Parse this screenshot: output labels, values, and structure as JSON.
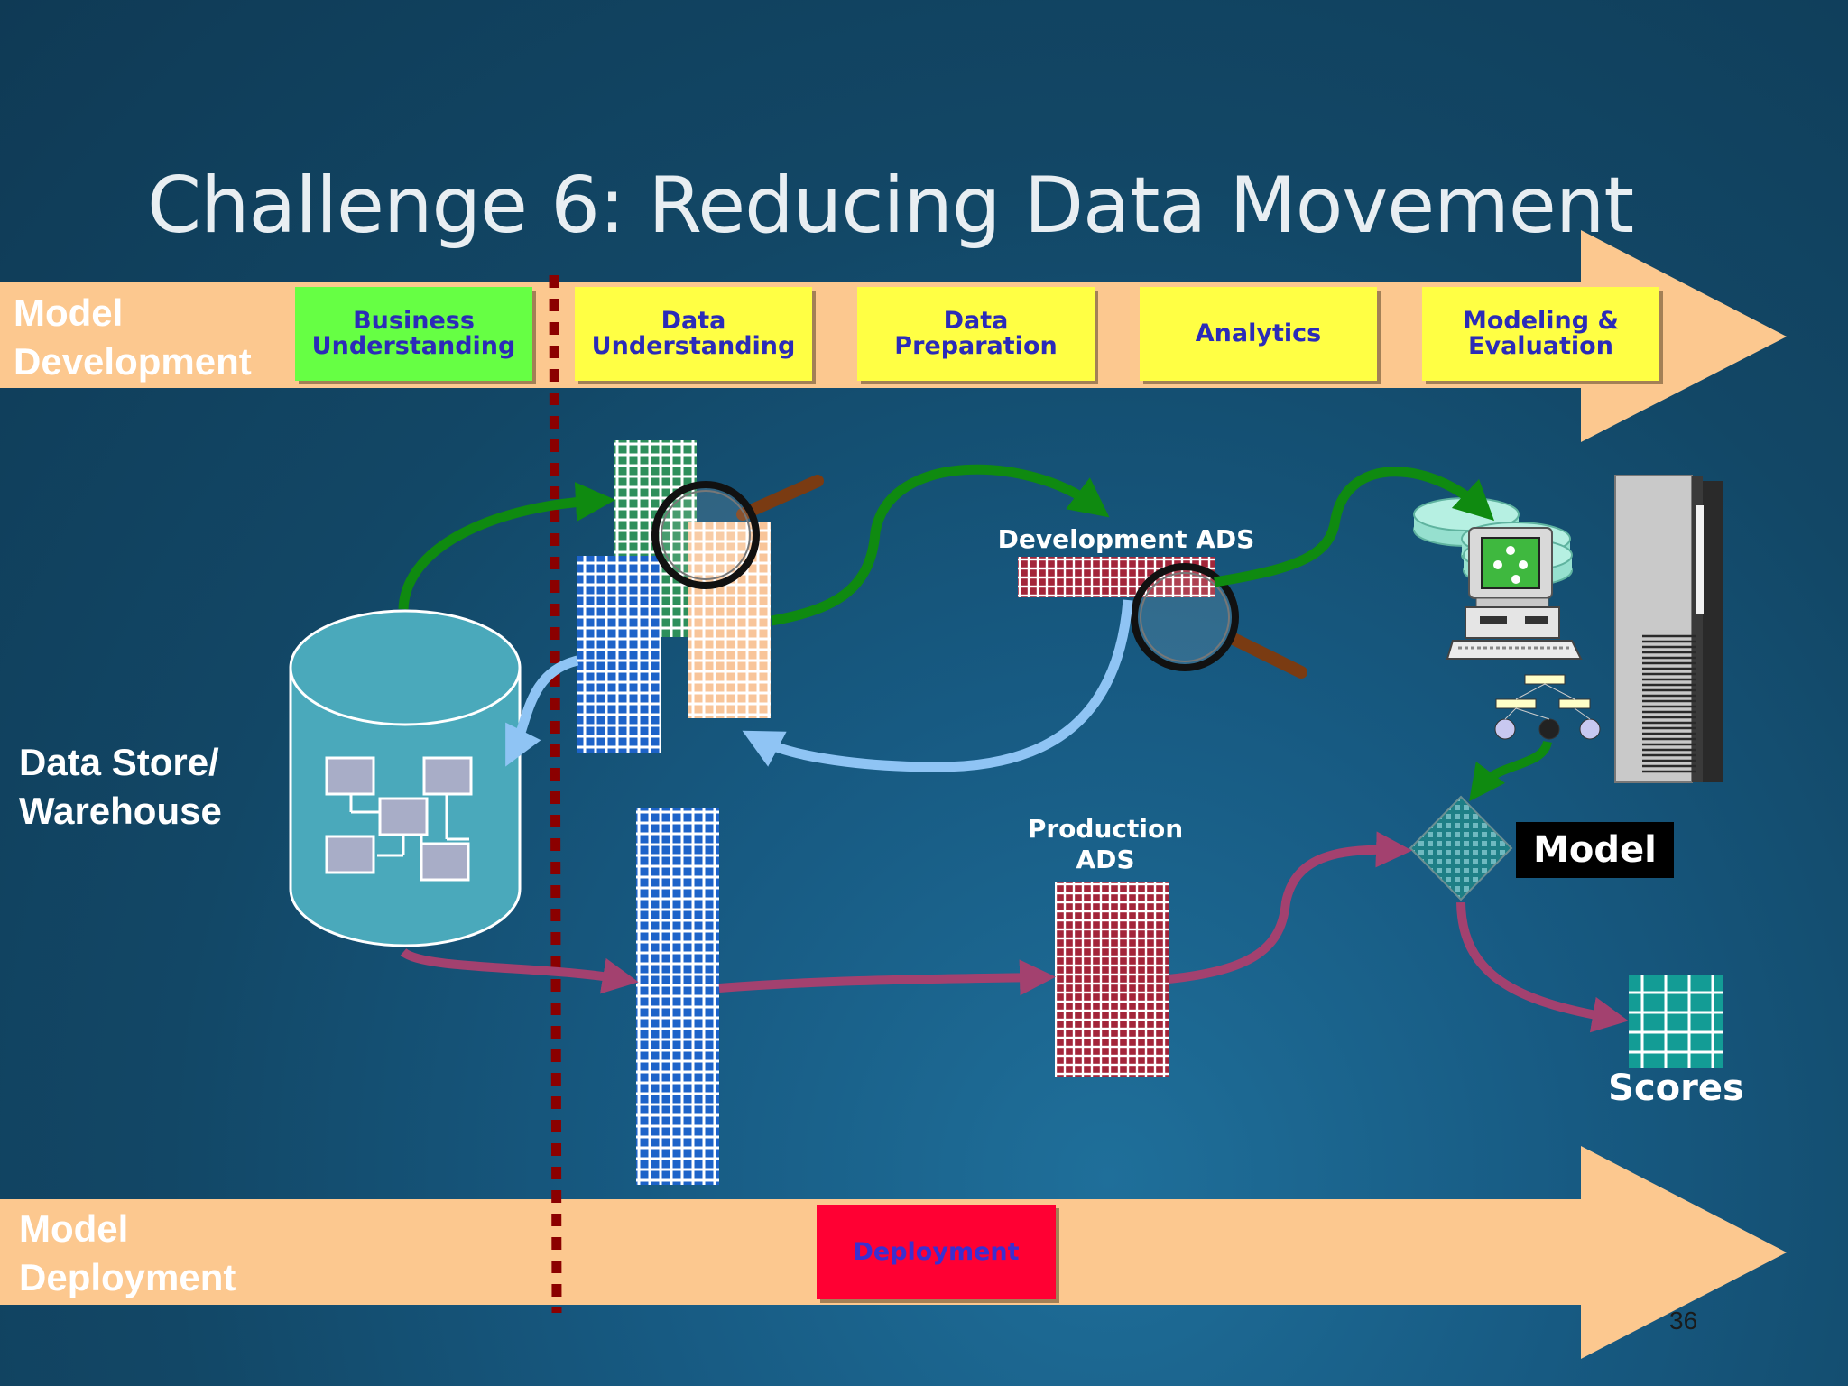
{
  "title": "Challenge 6: Reducing Data Movement",
  "development_band": {
    "label_line1": "Model",
    "label_line2": "Development",
    "stages": [
      {
        "line1": "Business",
        "line2": "Understanding",
        "color": "#66ff44"
      },
      {
        "line1": "Data",
        "line2": "Understanding",
        "color": "#ffff44"
      },
      {
        "line1": "Data",
        "line2": "Preparation",
        "color": "#ffff44"
      },
      {
        "line1": "Analytics",
        "line2": "",
        "color": "#ffff44"
      },
      {
        "line1": "Modeling &",
        "line2": "Evaluation",
        "color": "#ffff44"
      }
    ]
  },
  "deployment_band": {
    "label_line1": "Model",
    "label_line2": "Deployment",
    "stage": {
      "label": "Deployment",
      "color": "#ff0033"
    }
  },
  "labels": {
    "data_store_line1": "Data Store/",
    "data_store_line2": "Warehouse",
    "development_ads": "Development ADS",
    "production_ads_line1": "Production",
    "production_ads_line2": "ADS",
    "model": "Model",
    "scores": "Scores"
  },
  "colors": {
    "band": "#fcc88f",
    "green_arrow": "#0f8a10",
    "light_blue_arrow": "#8fc4f4",
    "magenta_arrow": "#a3416f",
    "divider": "#8b0000",
    "cylinder": "#4aa9bb"
  },
  "page_number": "36"
}
